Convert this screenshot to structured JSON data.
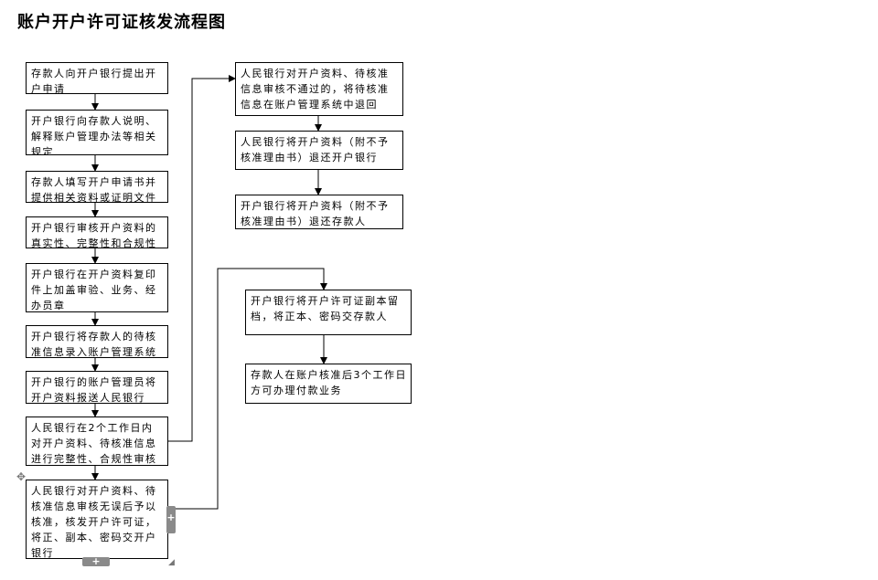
{
  "title": "账户开户许可证核发流程图",
  "left_steps": [
    "存款人向开户银行提出开户申请",
    "开户银行向存款人说明、解释账户管理办法等相关规定",
    "存款人填写开户申请书并提供相关资料或证明文件",
    "开户银行审核开户资料的真实性、完整性和合规性",
    "开户银行在开户资料复印件上加盖审验、业务、经办员章",
    "开户银行将存款人的待核准信息录入账户管理系统",
    "开户银行的账户管理员将开户资料报送人民银行",
    "人民银行在2个工作日内对开户资料、待核准信息进行完整性、合规性审核",
    "人民银行对开户资料、待核准信息审核无误后予以核准，核发开户许可证，将正、副本、密码交开户银行"
  ],
  "reject_steps": [
    "人民银行对开户资料、待核准信息审核不通过的，将待核准信息在账户管理系统中退回",
    "人民银行将开户资料（附不予核准理由书）退还开户银行",
    "开户银行将开户资料（附不予核准理由书）退还存款人"
  ],
  "approve_steps": [
    "开户银行将开户许可证副本留档，将正本、密码交存款人",
    "存款人在账户核准后3个工作日方可办理付款业务"
  ],
  "icons": {
    "move_handle": "move-icon",
    "plus": "plus-icon",
    "resize": "resize-icon"
  }
}
